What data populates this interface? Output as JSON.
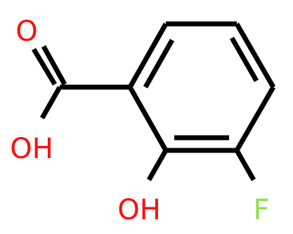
{
  "molecule": {
    "atoms": {
      "carbonyl_oxygen": "O",
      "acid_hydroxyl": "OH",
      "ring_hydroxyl": "OH",
      "fluorine": "F"
    },
    "colors": {
      "bond": "#000000",
      "oxygen": "#ff0d0d",
      "fluorine": "#90e050",
      "background": "#ffffff"
    }
  }
}
